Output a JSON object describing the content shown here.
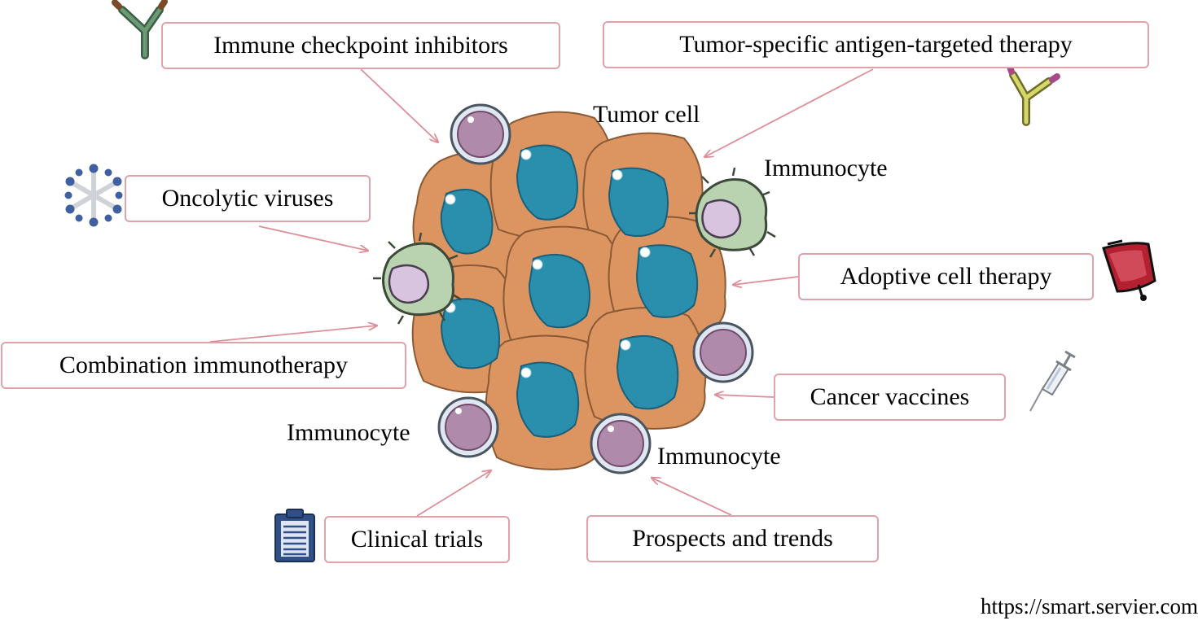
{
  "boxes": {
    "checkpoint": "Immune checkpoint inhibitors",
    "tsa": "Tumor-specific antigen-targeted therapy",
    "oncolytic": "Oncolytic viruses",
    "adoptive": "Adoptive cell therapy",
    "combination": "Combination immunotherapy",
    "vaccines": "Cancer vaccines",
    "clinical": "Clinical trials",
    "prospects": "Prospects and trends"
  },
  "labels": {
    "tumor_cell": "Tumor cell",
    "immunocyte_top_right": "Immunocyte",
    "immunocyte_left": "Immunocyte",
    "immunocyte_bottom": "Immunocyte"
  },
  "credit": "https://smart.servier.com",
  "colors": {
    "box_border": "#e0a2aa",
    "arrow": "#dd8f99",
    "tumor_fill": "#dc9560",
    "nucleus": "#2a8fad",
    "immunocyte_purple": "#b08aaa",
    "immunocyte_green": "#b9d3b0"
  },
  "icons": [
    "antibody-icon",
    "virus-icon",
    "blood-bag-icon",
    "syringe-icon",
    "clipboard-icon"
  ]
}
